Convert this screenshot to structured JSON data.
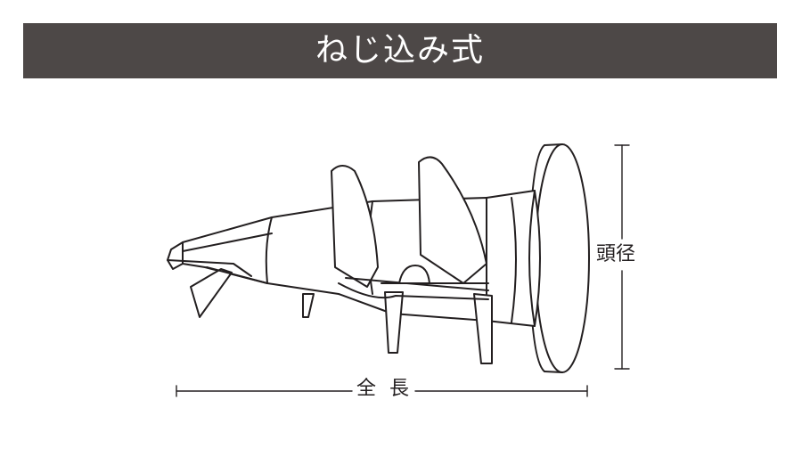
{
  "header": {
    "title": "ねじ込み式"
  },
  "dimensions": {
    "overall_length_label": "全 長",
    "head_diameter_label": "頭径"
  },
  "colors": {
    "header_bg": "#4d4847",
    "header_text": "#ffffff",
    "line": "#231f20"
  }
}
